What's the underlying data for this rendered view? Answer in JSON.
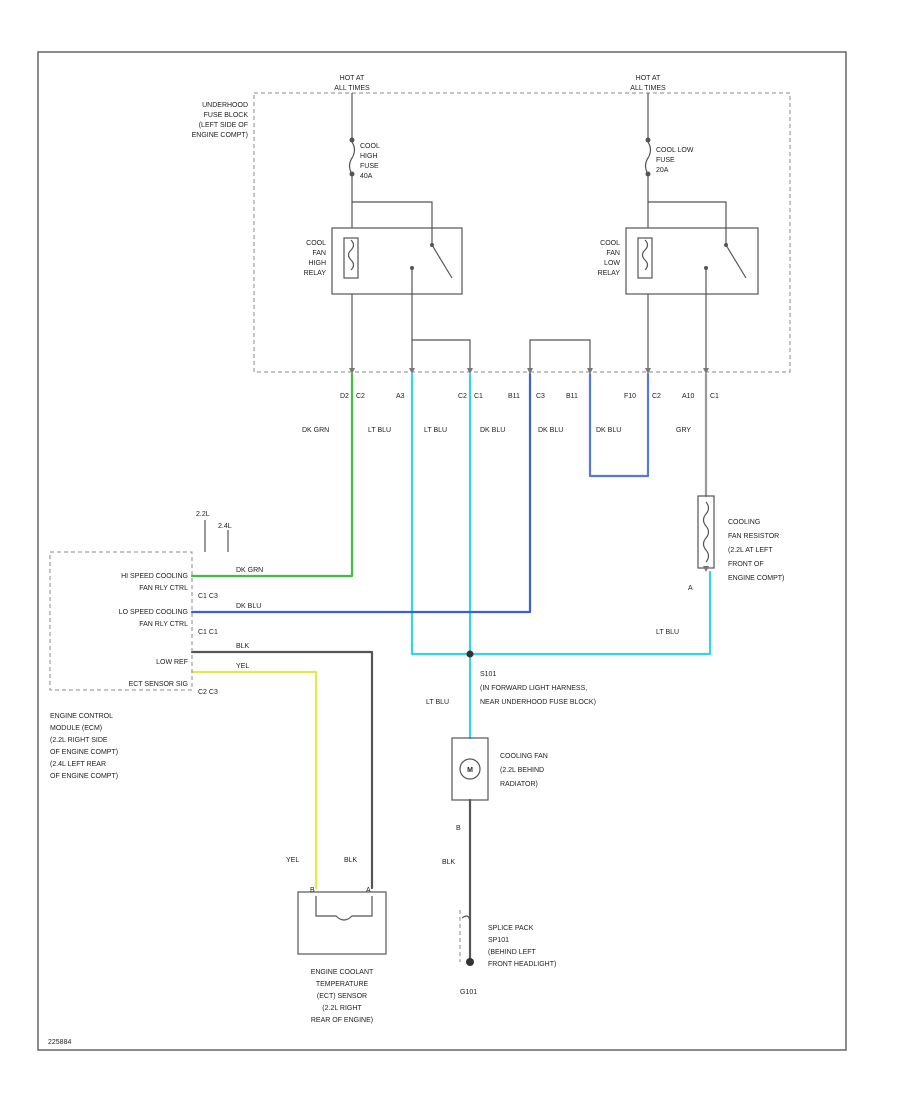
{
  "colors": {
    "dk_grn": "#3fbf3f",
    "lt_blu": "#33d6e6",
    "dk_blu": "#3a5fd6",
    "mid_blu": "#5577e0",
    "yel": "#e8e84a",
    "blk": "#555555",
    "gry": "#888888"
  },
  "diagram": {
    "hot_at_all_times_left": [
      "HOT AT",
      "ALL TIMES"
    ],
    "hot_at_all_times_right": [
      "HOT AT",
      "ALL TIMES"
    ],
    "fuse_block_label": [
      "UNDERHOOD",
      "FUSE BLOCK",
      "(LEFT SIDE OF",
      "ENGINE COMPT)"
    ],
    "fuse_high": [
      "COOL",
      "HIGH",
      "FUSE",
      "40A"
    ],
    "fuse_low": [
      "COOL LOW",
      "FUSE",
      "20A"
    ],
    "relay_high": [
      "COOL",
      "FAN",
      "HIGH",
      "RELAY"
    ],
    "relay_low": [
      "COOL",
      "FAN",
      "LOW",
      "RELAY"
    ],
    "terminals": [
      "D2",
      "C2",
      "A3",
      "C2",
      "C1",
      "B11",
      "C3",
      "B11",
      "F10",
      "C2",
      "A10",
      "C1"
    ],
    "wire_colors_top": [
      "DK GRN",
      "LT BLU",
      "LT BLU",
      "DK BLU",
      "DK BLU",
      "DK BLU",
      "GRY"
    ],
    "resistor_label": [
      "COOLING",
      "FAN RESISTOR",
      "(2.2L AT LEFT",
      "FRONT OF",
      "ENGINE COMPT)"
    ],
    "resistor_pin": "A",
    "resistor_wire": "LT BLU",
    "ecm_labels": [
      "HI SPEED COOLING",
      "FAN RLY CTRL",
      "LO SPEED COOLING",
      "FAN RLY CTRL",
      "LOW REF",
      "ECT SENSOR SIG"
    ],
    "ecm_pins": [
      "C1 C3",
      "C1 C1",
      "C2 C3"
    ],
    "ecm_block_label": [
      "ENGINE CONTROL",
      "MODULE (ECM)",
      "(2.2L RIGHT SIDE",
      "OF ENGINE COMPT)",
      "(2.4L LEFT REAR",
      "OF ENGINE COMPT)"
    ],
    "ecm_wire_tags": [
      "DK GRN",
      "DK BLU",
      "BLK",
      "YEL"
    ],
    "ecm_top_marks": [
      "2.2L",
      "2.4L"
    ],
    "splice_s101": [
      "S101",
      "(IN FORWARD LIGHT HARNESS,",
      "NEAR UNDERHOOD FUSE BLOCK)"
    ],
    "splice_wire": "LT BLU",
    "cooling_fan": [
      "COOLING FAN",
      "(2.2L BEHIND",
      "RADIATOR)"
    ],
    "fan_pin": "B",
    "fan_wire": "BLK",
    "splice_pack": [
      "SPLICE PACK",
      "SP101",
      "(BEHIND LEFT",
      "FRONT HEADLIGHT)"
    ],
    "ground": "G101",
    "ect_wires": [
      "YEL",
      "BLK"
    ],
    "ect_pins": [
      "B",
      "A"
    ],
    "ect_sensor": [
      "ENGINE COOLANT",
      "TEMPERATURE",
      "(ECT) SENSOR",
      "(2.2L RIGHT",
      "REAR OF ENGINE)"
    ],
    "footer_code": "225884"
  }
}
